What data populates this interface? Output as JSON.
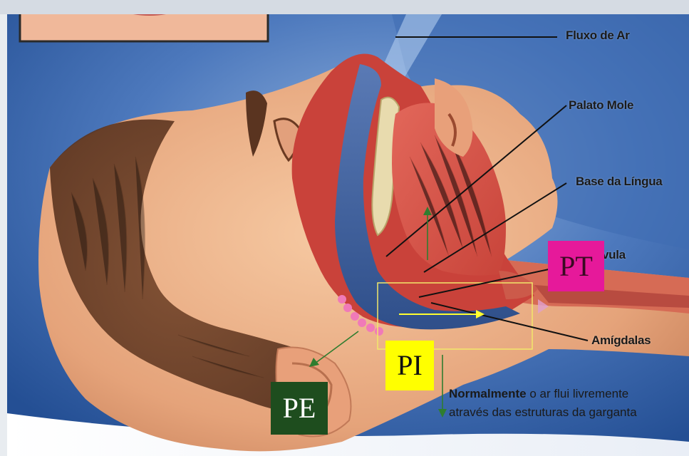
{
  "labels": {
    "fluxo_de_ar": "Fluxo de Ar",
    "palato_mole": "Palato Mole",
    "base_da_lingua": "Base da Língua",
    "uvula": "vula",
    "amigdalas": "Amígdalas"
  },
  "boxes": {
    "pt": {
      "text": "PT",
      "color": "#e6199a",
      "text_color": "#3a0a22"
    },
    "pi": {
      "text": "PI",
      "color": "#ffff00",
      "text_color": "#111111"
    },
    "pe": {
      "text": "PE",
      "color": "#1e4d1e",
      "text_color": "#ffffff"
    }
  },
  "note": {
    "bold": "Normalmente",
    "rest_line1": " o ar flui livremente",
    "line2": "através das estruturas da garganta"
  },
  "colors": {
    "background_blue": "#3a68ad",
    "skin": "#e8a97f",
    "airway": "#3a5a9a",
    "tissue": "#c9423a",
    "highlight_box": "#f2e86a",
    "arrow_green": "#2f7d2f",
    "arrow_yellow": "#ffff30"
  }
}
